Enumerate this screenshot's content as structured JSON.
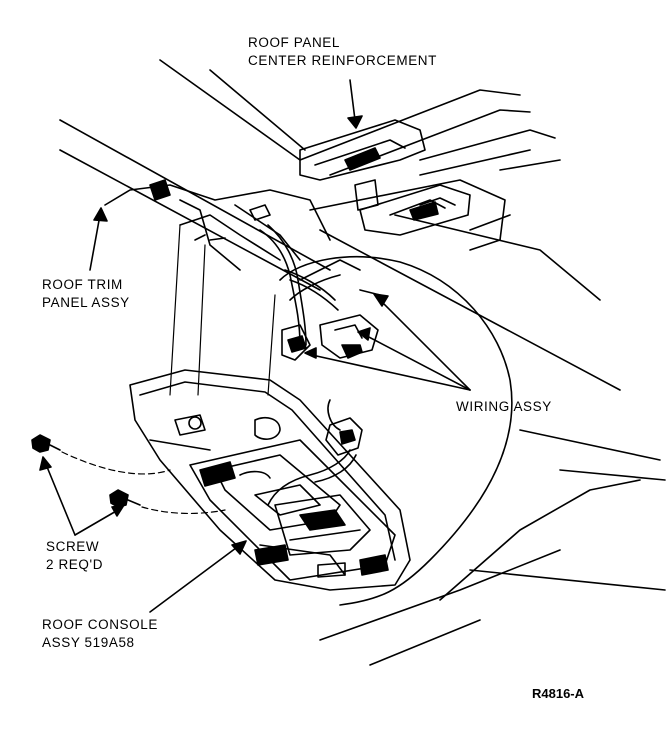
{
  "labels": {
    "roof_panel_center_reinforcement": [
      "ROOF PANEL",
      "CENTER REINFORCEMENT"
    ],
    "roof_trim_panel_assy": [
      "ROOF TRIM",
      "PANEL ASSY"
    ],
    "wiring_assy": "WIRING ASSY",
    "screw": [
      "SCREW",
      "2 REQ'D"
    ],
    "roof_console_assy": [
      "ROOF CONSOLE",
      "ASSY 519A58"
    ]
  },
  "figure_id": "R4816-A",
  "colors": {
    "ink": "#000000",
    "paper": "#ffffff"
  }
}
